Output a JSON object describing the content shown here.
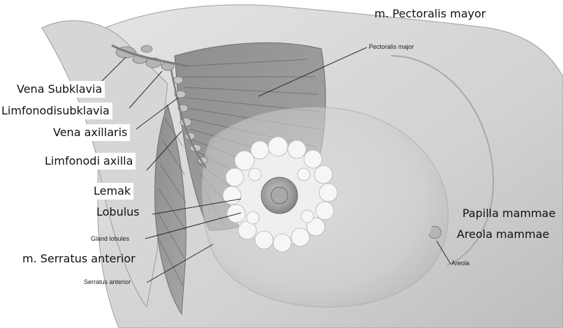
{
  "labels": {
    "pectoralis_mayor": "m. Pectoralis mayor",
    "pectoralis_major_en": "Pectoralis major",
    "vena_subklavia": "Vena Subklavia",
    "limfonodisubklavia": "Limfonodisubklavia",
    "vena_axillaris": "Vena axillaris",
    "limfonodi_axilla": "Limfonodi axilla",
    "lemak": "Lemak",
    "lobulus": "Lobulus",
    "gland_lobules_en": "Gland lobules",
    "serratus_anterior": "m. Serratus anterior",
    "serratus_anterior_en": "Serratus anterior",
    "papilla_mammae": "Papilla mammae",
    "areola_mammae": "Areola mammae",
    "areola_en": "Areola"
  }
}
